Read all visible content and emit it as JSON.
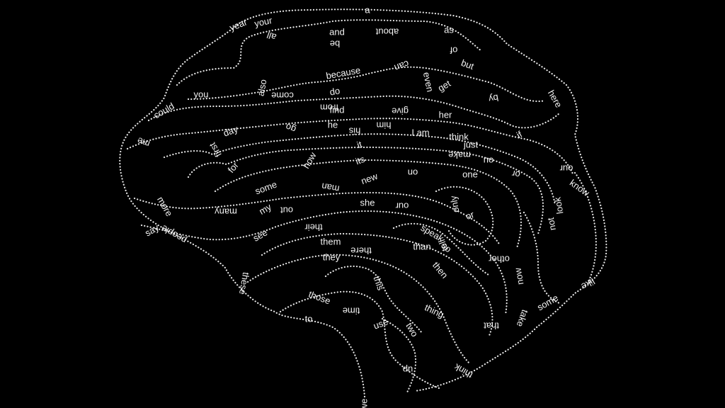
{
  "background_color": "#000000",
  "line_color": "#e8e8e8",
  "text_color": "#f2f2f2",
  "words": [
    {
      "text": "a"
    },
    {
      "text": "year"
    },
    {
      "text": "your"
    },
    {
      "text": "all"
    },
    {
      "text": "and"
    },
    {
      "text": "about"
    },
    {
      "text": "as"
    },
    {
      "text": "be"
    },
    {
      "text": "of"
    },
    {
      "text": "but"
    },
    {
      "text": "because"
    },
    {
      "text": "can"
    },
    {
      "text": "even"
    },
    {
      "text": "get"
    },
    {
      "text": "by"
    },
    {
      "text": "here"
    },
    {
      "text": "you"
    },
    {
      "text": "also"
    },
    {
      "text": "come"
    },
    {
      "text": "do"
    },
    {
      "text": "could"
    },
    {
      "text": "from"
    },
    {
      "text": "find"
    },
    {
      "text": "give"
    },
    {
      "text": "her"
    },
    {
      "text": "day"
    },
    {
      "text": "go"
    },
    {
      "text": "he"
    },
    {
      "text": "his"
    },
    {
      "text": "him"
    },
    {
      "text": "I am"
    },
    {
      "text": "think"
    },
    {
      "text": "if"
    },
    {
      "text": "me"
    },
    {
      "text": "first"
    },
    {
      "text": "it"
    },
    {
      "text": "just"
    },
    {
      "text": "for"
    },
    {
      "text": "how"
    },
    {
      "text": "its"
    },
    {
      "text": "make"
    },
    {
      "text": "no"
    },
    {
      "text": "our"
    },
    {
      "text": "know"
    },
    {
      "text": "on"
    },
    {
      "text": "one"
    },
    {
      "text": "or"
    },
    {
      "text": "some"
    },
    {
      "text": "man"
    },
    {
      "text": "new"
    },
    {
      "text": "look"
    },
    {
      "text": "more"
    },
    {
      "text": "many"
    },
    {
      "text": "my"
    },
    {
      "text": "out"
    },
    {
      "text": "she"
    },
    {
      "text": "our"
    },
    {
      "text": "only"
    },
    {
      "text": "or"
    },
    {
      "text": "not"
    },
    {
      "text": "say"
    },
    {
      "text": "people"
    },
    {
      "text": "see"
    },
    {
      "text": "their"
    },
    {
      "text": "speak"
    },
    {
      "text": "so"
    },
    {
      "text": "them"
    },
    {
      "text": "there"
    },
    {
      "text": "than"
    },
    {
      "text": "tell"
    },
    {
      "text": "other"
    },
    {
      "text": "they"
    },
    {
      "text": "then"
    },
    {
      "text": "now"
    },
    {
      "text": "like"
    },
    {
      "text": "these"
    },
    {
      "text": "this"
    },
    {
      "text": "those"
    },
    {
      "text": "some"
    },
    {
      "text": "take"
    },
    {
      "text": "to"
    },
    {
      "text": "time"
    },
    {
      "text": "thing"
    },
    {
      "text": "that"
    },
    {
      "text": "use"
    },
    {
      "text": "two"
    },
    {
      "text": "up"
    },
    {
      "text": "think"
    },
    {
      "text": "we"
    }
  ]
}
